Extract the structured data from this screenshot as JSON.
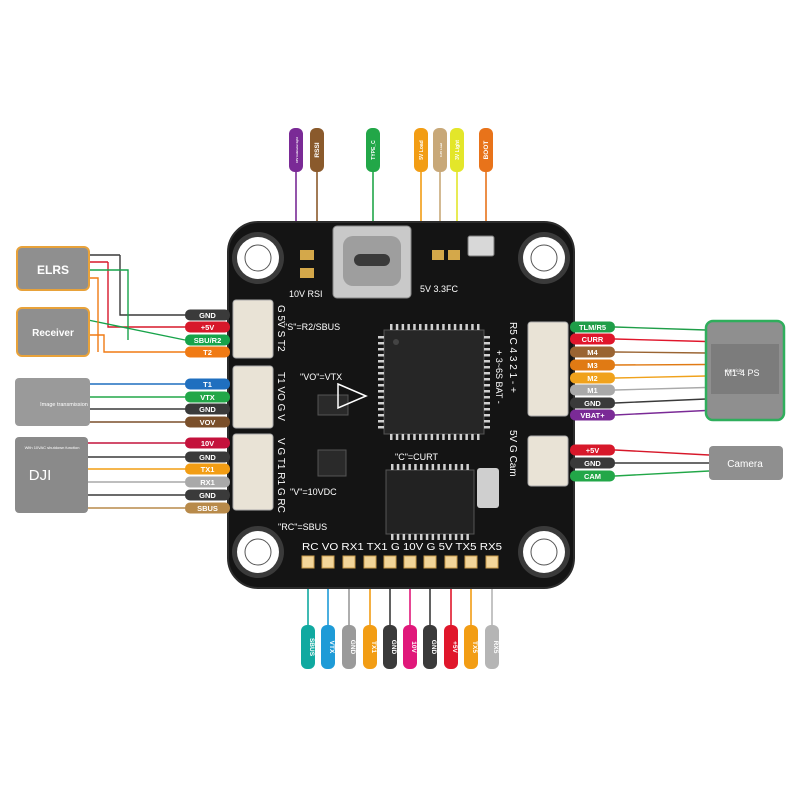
{
  "colors": {
    "board": "#141414",
    "board_edge": "#2c2c2c",
    "box_fill": "#8f8f8f",
    "box_border": "#e8a23a",
    "gps_border": "#2fae5c",
    "chip": "#262626"
  },
  "left_devices": {
    "elrs": "ELRS",
    "receiver": "Receiver",
    "image_tx": "Image transmission",
    "dji_small": "With 10VAC shutdown function",
    "dji": "DJI"
  },
  "left_pins": [
    {
      "label": "GND",
      "color": "#3a3a3a"
    },
    {
      "label": "+5V",
      "color": "#d7182a"
    },
    {
      "label": "SBU/R2",
      "color": "#17a34a"
    },
    {
      "label": "T2",
      "color": "#f07a14"
    },
    {
      "label": "T1",
      "color": "#1f6fbf"
    },
    {
      "label": "VTX",
      "color": "#22a748"
    },
    {
      "label": "GND",
      "color": "#3a3a3a"
    },
    {
      "label": "VOV",
      "color": "#7a4f2a"
    },
    {
      "label": "10V",
      "color": "#c4123c"
    },
    {
      "label": "GND",
      "color": "#3a3a3a"
    },
    {
      "label": "TX1",
      "color": "#f29d14"
    },
    {
      "label": "RX1",
      "color": "#a9a9a9"
    },
    {
      "label": "GND",
      "color": "#3a3a3a"
    },
    {
      "label": "SBUS",
      "color": "#b88a4a"
    }
  ],
  "right_pins": [
    {
      "label": "TLM/R5",
      "color": "#1f9e48"
    },
    {
      "label": "CURR",
      "color": "#e0162b"
    },
    {
      "label": "M4",
      "color": "#9a6432"
    },
    {
      "label": "M3",
      "color": "#e07a14"
    },
    {
      "label": "M2",
      "color": "#f0a21c"
    },
    {
      "label": "M1",
      "color": "#a9a9a9"
    },
    {
      "label": "GND",
      "color": "#3a3a3a"
    },
    {
      "label": "VBAT+",
      "color": "#7a2a96"
    },
    {
      "label": "+5V",
      "color": "#d7182a"
    },
    {
      "label": "GND",
      "color": "#3a3a3a"
    },
    {
      "label": "CAM",
      "color": "#22a748"
    }
  ],
  "right_devices": {
    "esc_small": "electricity",
    "esc": "M1-4 PS",
    "camera": "Camera"
  },
  "top_pins": [
    {
      "label": "10V indicator light",
      "color": "#7a2a96"
    },
    {
      "label": "RSSI",
      "color": "#8a5a2c"
    },
    {
      "label": "TYPE_C",
      "color": "#22a748"
    },
    {
      "label": "5V Load",
      "color": "#f29d14"
    },
    {
      "label": "3.3V Load",
      "color": "#c8a878"
    },
    {
      "label": "3V Light",
      "color": "#e3e62a"
    },
    {
      "label": "BOOT",
      "color": "#e8731a"
    }
  ],
  "bottom_pins": [
    {
      "label": "SBUS",
      "color": "#10a9a0"
    },
    {
      "label": "VTX",
      "color": "#1e9bd7"
    },
    {
      "label": "GND",
      "color": "#9a9a9a"
    },
    {
      "label": "TX1",
      "color": "#f29d14"
    },
    {
      "label": "GND",
      "color": "#3a3a3a"
    },
    {
      "label": "10V",
      "color": "#e0187a"
    },
    {
      "label": "GND",
      "color": "#3a3a3a"
    },
    {
      "label": "+5V",
      "color": "#e0162b"
    },
    {
      "label": "TX5",
      "color": "#f29d14"
    },
    {
      "label": "RX5",
      "color": "#b5b5b5"
    }
  ],
  "silkscreen": {
    "top_left": "10V RSI",
    "top_right": "5V 3.3FC",
    "r2_sbus": "\"S\"=R2/SBUS",
    "vo_vtx": "\"VO\"=VTX",
    "c_curt": "\"C\"=CURT",
    "v_10vdc": "\"V\"=10VDC",
    "rc_sbus": "\"RC\"=SBUS",
    "left_col_1": "G 5V S T2",
    "left_col_2": "T1 VO G V",
    "left_col_3": "V G T1 R1 G RC",
    "right_col_1": "R5 C 4 3 2 1 - +",
    "right_col_2": "+ 3~6S BAT -",
    "right_col_3": "5V G Cam",
    "bottom_row": "RC VO RX1 TX1 G 10V G 5V TX5 RX5"
  }
}
